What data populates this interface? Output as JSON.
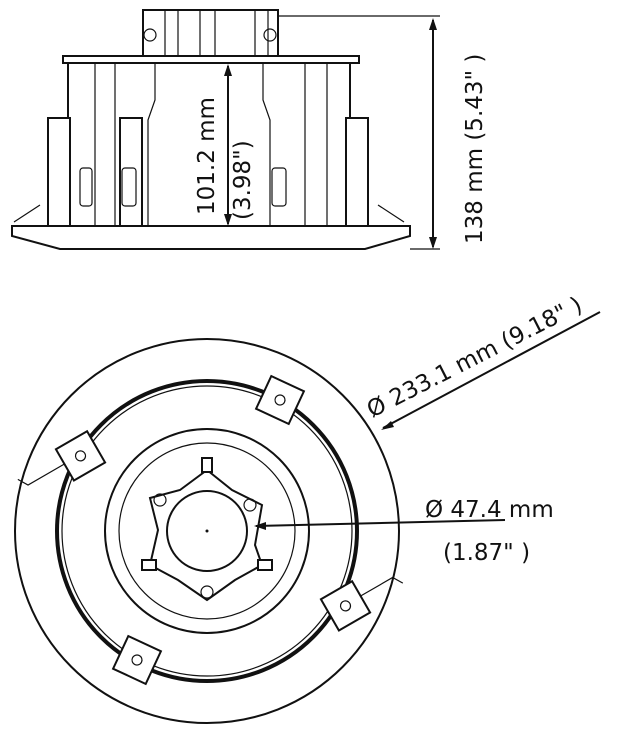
{
  "side_view": {
    "inner_height_mm": "101.2 mm",
    "inner_height_in": "(3.98\")",
    "total_height": "138 mm (5.43\" )"
  },
  "bottom_view": {
    "outer_diameter": "Ø 233.1 mm (9.18\" )",
    "inner_diameter_mm": "Ø 47.4 mm",
    "inner_diameter_in": "(1.87\" )"
  },
  "colors": {
    "line": "#111111",
    "background": "#ffffff"
  }
}
